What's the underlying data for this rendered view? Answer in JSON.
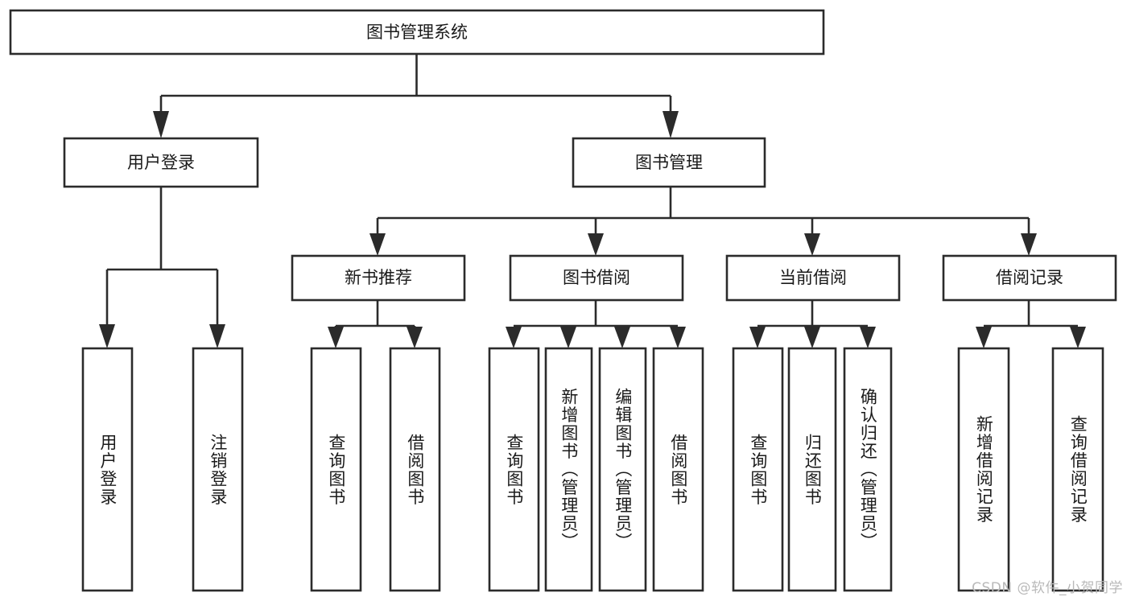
{
  "diagram": {
    "title": "图书管理系统",
    "type": "tree-hierarchy-chart",
    "root": {
      "id": "root",
      "label": "图书管理系统"
    },
    "level2": [
      {
        "id": "user-login",
        "label": "用户登录"
      },
      {
        "id": "book-manage",
        "label": "图书管理"
      }
    ],
    "level3": [
      {
        "id": "new-book-rec",
        "label": "新书推荐",
        "parent": "book-manage"
      },
      {
        "id": "book-borrow",
        "label": "图书借阅",
        "parent": "book-manage"
      },
      {
        "id": "current-borrow",
        "label": "当前借阅",
        "parent": "book-manage"
      },
      {
        "id": "borrow-record",
        "label": "借阅记录",
        "parent": "book-manage"
      }
    ],
    "leaves": [
      {
        "id": "leaf-user-login",
        "label": "用户登录",
        "parent": "user-login"
      },
      {
        "id": "leaf-user-logout",
        "label": "注销登录",
        "parent": "user-login"
      },
      {
        "id": "leaf-query-book-1",
        "label": "查询图书",
        "parent": "new-book-rec"
      },
      {
        "id": "leaf-borrow-book-1",
        "label": "借阅图书",
        "parent": "new-book-rec"
      },
      {
        "id": "leaf-query-book-2",
        "label": "查询图书",
        "parent": "book-borrow"
      },
      {
        "id": "leaf-add-book",
        "label": "新增图书（管理员）",
        "parent": "book-borrow"
      },
      {
        "id": "leaf-edit-book",
        "label": "编辑图书（管理员）",
        "parent": "book-borrow"
      },
      {
        "id": "leaf-borrow-book-2",
        "label": "借阅图书",
        "parent": "book-borrow"
      },
      {
        "id": "leaf-query-book-3",
        "label": "查询图书",
        "parent": "current-borrow"
      },
      {
        "id": "leaf-return-book",
        "label": "归还图书",
        "parent": "current-borrow"
      },
      {
        "id": "leaf-confirm-return",
        "label": "确认归还（管理员）",
        "parent": "current-borrow"
      },
      {
        "id": "leaf-add-record",
        "label": "新增借阅记录",
        "parent": "borrow-record"
      },
      {
        "id": "leaf-query-record",
        "label": "查询借阅记录",
        "parent": "borrow-record"
      }
    ],
    "colors": {
      "stroke": "#2b2b2b",
      "fill": "#ffffff",
      "text": "#1a1a1a",
      "watermark": "#b9b9b9",
      "background": "#ffffff"
    }
  },
  "watermark": {
    "text": "CSDN @软件_小贺同学"
  }
}
